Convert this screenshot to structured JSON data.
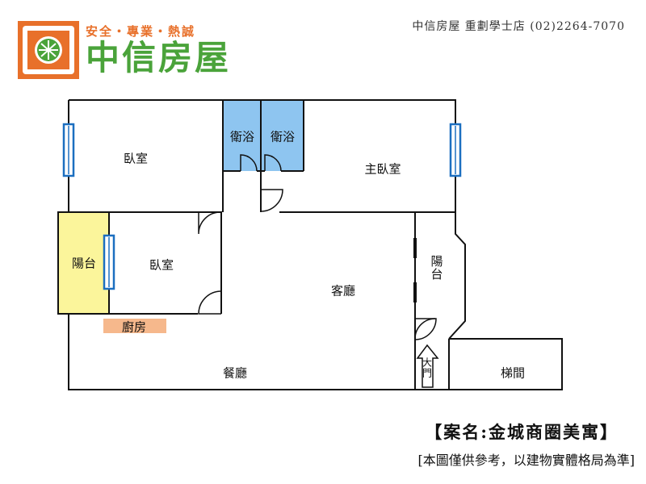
{
  "header": {
    "slogan": "安全・專業・熱誠",
    "brand": "中信房屋",
    "store_info": "中信房屋 重劃學士店 (02)2264-7070"
  },
  "rooms": {
    "bedroom_1": "臥室",
    "bathroom_1": "衛浴",
    "bathroom_2": "衛浴",
    "master_bedroom": "主臥室",
    "balcony_left": "陽台",
    "bedroom_2": "臥室",
    "kitchen": "廚房",
    "living_room": "客廳",
    "balcony_right": "陽台",
    "dining_room": "餐廳",
    "main_door": "大門",
    "stairwell": "梯間"
  },
  "footer": {
    "case_title": "【案名:金城商圈美寓】",
    "disclaimer": "[本圖僅供參考，以建物實體格局為準]"
  },
  "colors": {
    "brand_orange": "#e8702a",
    "brand_green": "#4aa33a",
    "bathroom_fill": "#8ec5f0",
    "balcony_fill": "#fbf59b",
    "kitchen_fill": "#f6b88c",
    "window_stroke": "#1c6fc0",
    "wall_stroke": "#111111"
  }
}
